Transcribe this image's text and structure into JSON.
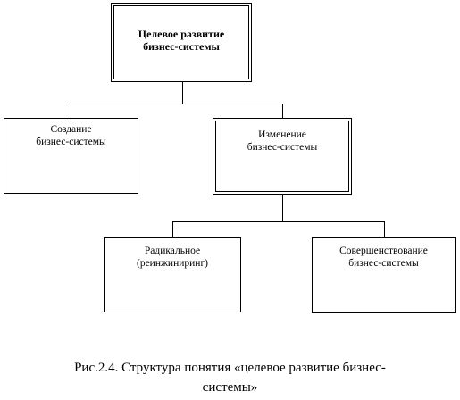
{
  "diagram": {
    "root": {
      "lines": [
        "Целевое развитие",
        "бизнес-системы"
      ]
    },
    "create": {
      "lines": [
        "Создание",
        "бизнес-системы"
      ]
    },
    "change": {
      "lines": [
        "Изменение",
        "бизнес-системы"
      ]
    },
    "radical": {
      "lines": [
        "Радикальное",
        "(реинжиниринг)"
      ]
    },
    "improve": {
      "lines": [
        "Совершенствование",
        "бизнес-системы"
      ]
    }
  },
  "caption": {
    "lines": [
      "Рис.2.4. Структура понятия «целевое развитие бизнес-",
      "системы»"
    ]
  },
  "colors": {
    "stroke": "#000000",
    "background": "#ffffff"
  }
}
